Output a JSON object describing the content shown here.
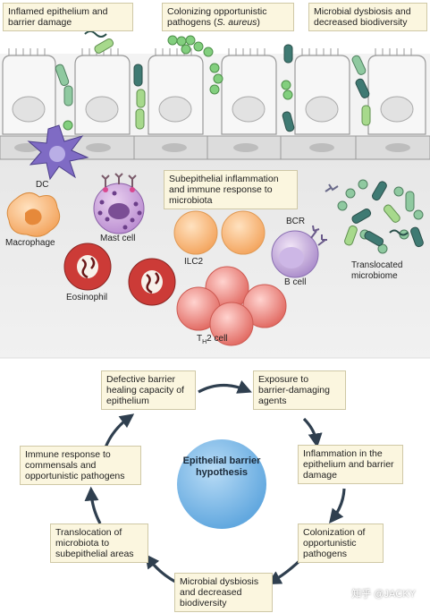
{
  "top": {
    "headers": [
      "Inflamed epithelium and barrier damage",
      "Colonizing opportunistic pathogens (",
      "Microbial dysbiosis and decreased biodiversity"
    ],
    "header2_italic": "S. aureus",
    "header2_close": ")",
    "subepithelial": "Subepithelial inflammation and immune response to microbiota",
    "labels": {
      "dc": "DC",
      "macrophage": "Macrophage",
      "mast": "Mast cell",
      "eosinophil": "Eosinophil",
      "ilc2": "ILC2",
      "bcr": "BCR",
      "bcell": "B cell",
      "th2_main": "T",
      "th2_sub": "H",
      "th2_rest": "2 cell",
      "translocated": "Translocated microbiome"
    }
  },
  "cycle": {
    "center": "Epithelial barrier hypothesis",
    "steps": [
      "Exposure to barrier-damaging agents",
      "Inflammation in the epithelium and barrier damage",
      "Colonization of opportunistic pathogens",
      "Microbial dysbiosis and decreased biodiversity",
      "Translocation of microbiota to subepithelial areas",
      "Immune response to commensals and opportunistic pathogens",
      "Defective barrier healing capacity of epithelium"
    ]
  },
  "watermark": "知乎 @JACKY",
  "colors": {
    "accent_center": "#79b8e6",
    "arrow": "#2f3f4f",
    "box_fill": "#fbf6df"
  }
}
